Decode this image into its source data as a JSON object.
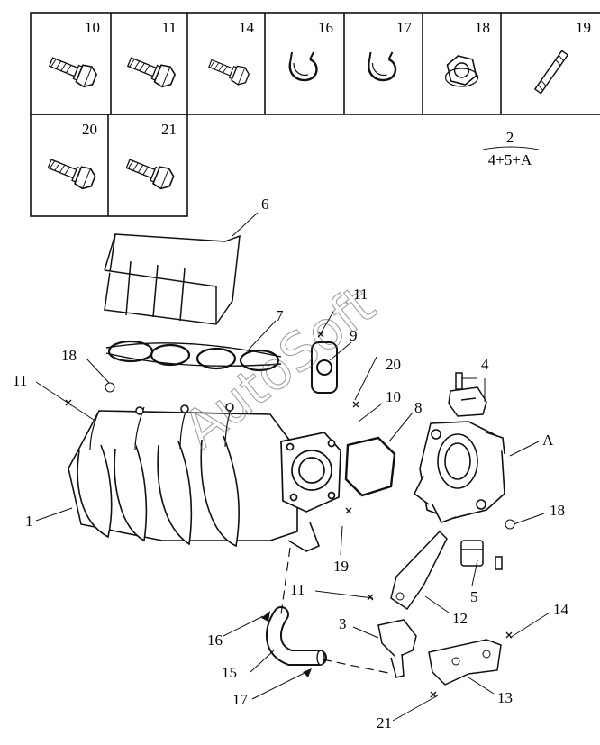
{
  "fastener_table": {
    "top_row": [
      {
        "number": "10",
        "icon": "flange-bolt-icon"
      },
      {
        "number": "11",
        "icon": "flange-bolt-icon"
      },
      {
        "number": "14",
        "icon": "short-bolt-icon"
      },
      {
        "number": "16",
        "icon": "hose-clamp-icon"
      },
      {
        "number": "17",
        "icon": "hose-clamp-icon"
      },
      {
        "number": "18",
        "icon": "flange-nut-icon"
      },
      {
        "number": "19",
        "icon": "stud-icon"
      }
    ],
    "bottom_row": [
      {
        "number": "20",
        "icon": "flange-bolt-icon"
      },
      {
        "number": "21",
        "icon": "flange-bolt-icon"
      }
    ]
  },
  "assembly_note": {
    "number": "2",
    "formula": "4+5+A"
  },
  "watermark": "AutoSoft",
  "callouts": {
    "c1": "1",
    "c3": "3",
    "c4": "4",
    "c5": "5",
    "c6": "6",
    "c7": "7",
    "c8": "8",
    "c9": "9",
    "c10": "10",
    "c11a": "11",
    "c11b": "11",
    "c11c": "11",
    "c12": "12",
    "c13": "13",
    "c14": "14",
    "c15": "15",
    "c16": "16",
    "c17": "17",
    "c18a": "18",
    "c18b": "18",
    "c19": "19",
    "c20": "20",
    "c21": "21",
    "cA": "A"
  },
  "colors": {
    "line": "#111111",
    "watermark": "#555555"
  }
}
